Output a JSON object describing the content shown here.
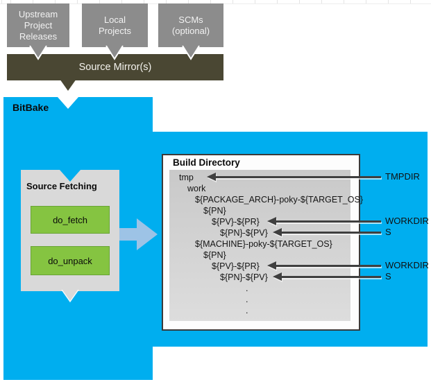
{
  "colors": {
    "blue": "#00AEEF",
    "olive": "#4A4733",
    "graybox": "#8C8C8C",
    "panel": "#D9D9D9",
    "green": "#85C441",
    "greenborder": "#68A435",
    "arrowblue": "#9DC3E6",
    "dark": "#3F3F3F"
  },
  "upstream": {
    "boxes": [
      {
        "id": "upstream-project-releases",
        "lines": [
          "Upstream",
          "Project",
          "Releases"
        ]
      },
      {
        "id": "local-projects",
        "lines": [
          "Local",
          "Projects"
        ]
      },
      {
        "id": "scms-optional",
        "lines": [
          "SCMs",
          "(optional)"
        ]
      }
    ],
    "mirror": {
      "label": "Source Mirror(s)"
    }
  },
  "bitbake": {
    "label": "BitBake"
  },
  "source_fetching": {
    "title": "Source Fetching",
    "tasks": [
      {
        "label": "do_fetch"
      },
      {
        "label": "do_unpack"
      }
    ]
  },
  "build_directory": {
    "title": "Build Directory",
    "tree": [
      {
        "text": "tmp",
        "level": 0
      },
      {
        "text": "work",
        "level": 1
      },
      {
        "text": "${PACKAGE_ARCH}-poky-${TARGET_OS}",
        "level": 2
      },
      {
        "text": "${PN}",
        "level": 3
      },
      {
        "text": "${PV}-${PR}",
        "level": 4
      },
      {
        "text": "${PN}-${PV}",
        "level": 5
      },
      {
        "text": "${MACHINE}-poky-${TARGET_OS}",
        "level": 2
      },
      {
        "text": "${PN}",
        "level": 3
      },
      {
        "text": "${PV}-${PR}",
        "level": 4
      },
      {
        "text": "${PN}-${PV}",
        "level": 5
      },
      {
        "text": ".",
        "level": 6
      },
      {
        "text": ".",
        "level": 6
      },
      {
        "text": ".",
        "level": 6
      }
    ]
  },
  "pointers": [
    {
      "label": "TMPDIR",
      "target": "tmp"
    },
    {
      "label": "WORKDIR",
      "target": "${PV}-${PR}"
    },
    {
      "label": "S",
      "target": "${PN}-${PV}"
    },
    {
      "label": "WORKDIR",
      "target": "${PV}-${PR}"
    },
    {
      "label": "S",
      "target": "${PN}-${PV}"
    }
  ]
}
